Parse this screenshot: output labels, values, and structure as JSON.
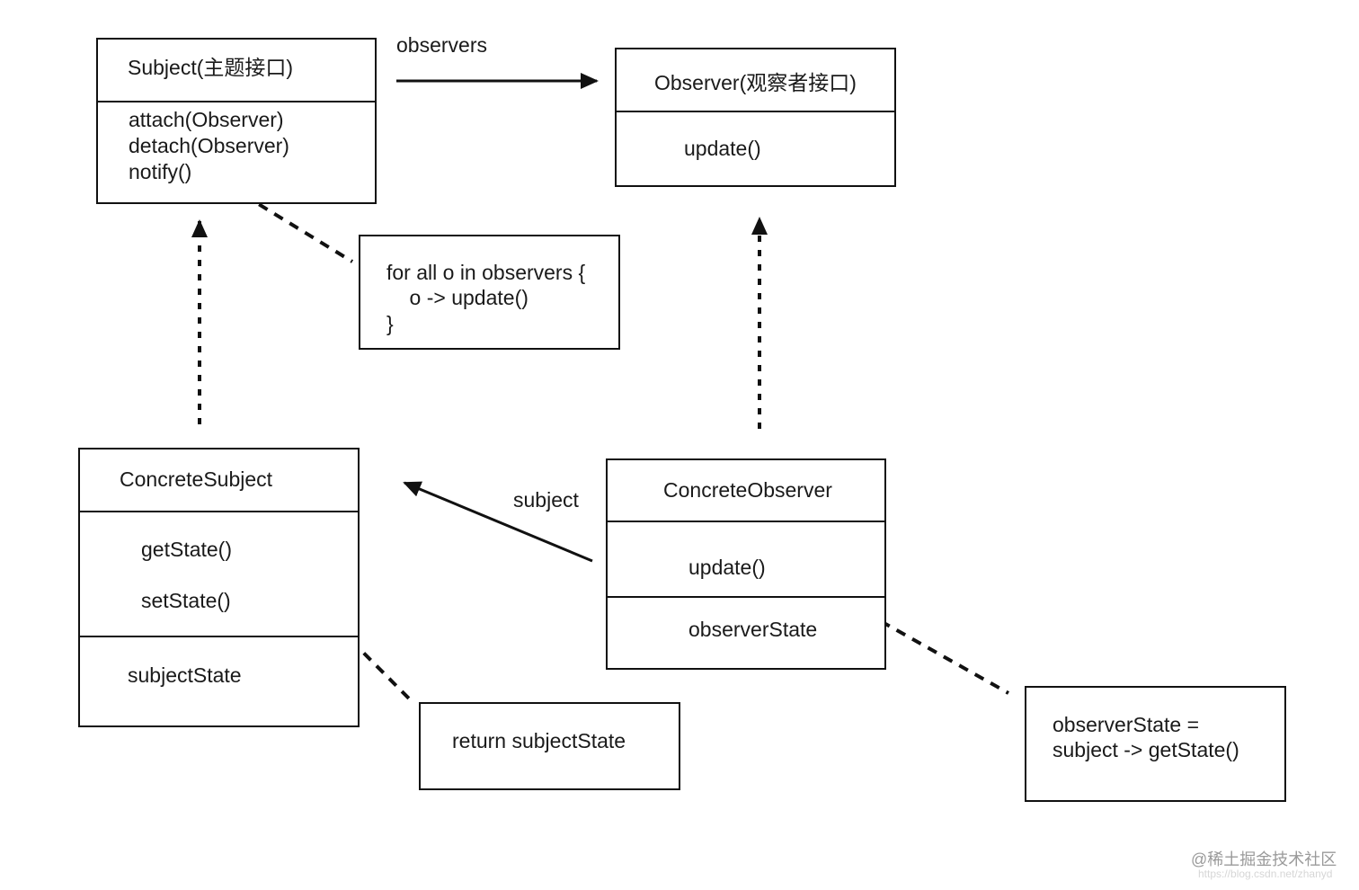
{
  "subject_interface": {
    "title": "Subject(主题接口)",
    "methods": [
      "attach(Observer)",
      "detach(Observer)",
      "notify()"
    ]
  },
  "observer_interface": {
    "title": "Observer(观察者接口)",
    "methods": [
      "update()"
    ]
  },
  "notify_note": {
    "lines": [
      "for all o in observers {",
      "    o -> update()",
      "}"
    ]
  },
  "concrete_subject": {
    "title": "ConcreteSubject",
    "methods": [
      "getState()",
      "setState()"
    ],
    "fields": [
      "subjectState"
    ]
  },
  "concrete_observer": {
    "title": "ConcreteObserver",
    "methods": [
      "update()"
    ],
    "fields": [
      "observerState"
    ]
  },
  "getstate_note": {
    "lines": [
      "return subjectState"
    ]
  },
  "update_note": {
    "lines": [
      "observerState =",
      "subject -> getState()"
    ]
  },
  "associations": {
    "observers_label": "observers",
    "subject_label": "subject"
  },
  "watermark": {
    "line1": "@稀土掘金技术社区",
    "line2": "https://blog.csdn.net/zhanyd"
  }
}
